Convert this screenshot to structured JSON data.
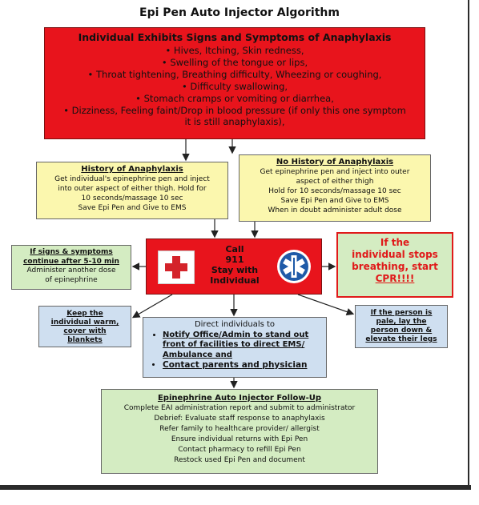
{
  "title": "Epi Pen Auto Injector Algorithm",
  "signs": {
    "heading": "Individual Exhibits Signs and Symptoms of Anaphylaxis",
    "items": [
      "Hives, Itching, Skin redness,",
      "Swelling of the tongue or lips,",
      "Throat tightening, Breathing difficulty, Wheezing or coughing,",
      "Difficulty swallowing,",
      "Stomach cramps or vomiting or diarrhea,",
      "Dizziness, Feeling faint/Drop in blood pressure (if only this one symptom it is still anaphylaxis),"
    ]
  },
  "history": {
    "heading": "History of Anaphylaxis",
    "lines": [
      "Get individual's epinephrine pen and inject",
      "into outer aspect of either thigh. Hold for",
      "10 seconds/massage 10 sec",
      "Save Epi Pen and Give to EMS"
    ]
  },
  "no_history": {
    "heading": "No History of Anaphylaxis",
    "lines": [
      "Get epinephrine pen and inject into outer",
      "aspect of either thigh",
      "Hold for 10 seconds/massage 10 sec",
      "Save Epi Pen and Give to EMS",
      "When in doubt administer adult dose"
    ]
  },
  "continue": {
    "heading_1": "If signs & symptoms",
    "heading_2": "continue after 5-10 min",
    "lines": [
      "Administer another dose",
      "of epinephrine"
    ]
  },
  "call": {
    "lines": [
      "Call",
      "911",
      "Stay with",
      "Individual"
    ]
  },
  "cpr": {
    "line_1": "If the",
    "line_2": "individual stops",
    "line_3": "breathing, start",
    "line_4": "CPR!!!!"
  },
  "warm": {
    "lines": [
      "Keep the",
      "individual warm,",
      "cover with",
      "blankets"
    ]
  },
  "direct": {
    "heading": "Direct individuals to",
    "item_1": "Notify Office/Admin to stand out front of facilities to direct EMS/ Ambulance and",
    "item_2": "Contact parents and physician"
  },
  "pale": {
    "lines": [
      "If the person is",
      "pale, lay the",
      "person down &",
      "elevate their legs"
    ]
  },
  "followup": {
    "heading": "Epinephrine Auto Injector Follow-Up",
    "lines": [
      "Complete EAI administration report and submit to administrator",
      "Debrief: Evaluate staff response to anaphylaxis",
      "Refer family to healthcare provider/ allergist",
      "Ensure individual returns with Epi Pen",
      "Contact pharmacy to refill Epi Pen",
      "Restock used Epi Pen and document"
    ]
  },
  "colors": {
    "red": "#e8141c",
    "yellow": "#fbf7ae",
    "green": "#d4ecc2",
    "blue": "#cfdff0",
    "cross": "#d4232a",
    "star_of_life": "#1f5aa8"
  }
}
